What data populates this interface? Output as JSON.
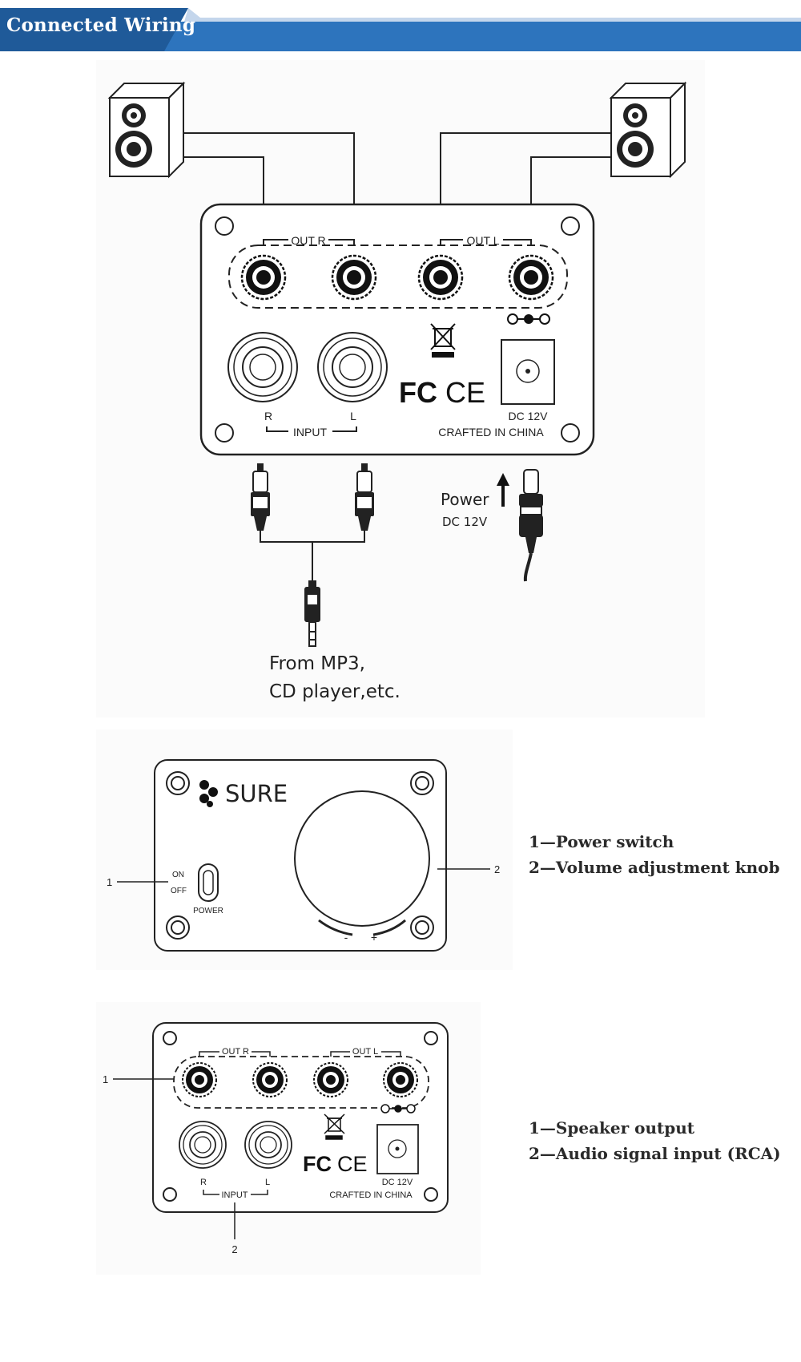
{
  "header": {
    "title": "Connected Wiring",
    "color": "#2d74bd"
  },
  "wiring": {
    "out_r": "OUT R",
    "out_l": "OUT L",
    "input": "INPUT",
    "r": "R",
    "l": "L",
    "dc": "DC 12V",
    "crafted": "CRAFTED IN CHINA",
    "power": "Power",
    "power_dc": "DC 12V",
    "source_line1": "From MP3,",
    "source_line2": "CD player,etc.",
    "fc": "FC",
    "ce": "CE"
  },
  "front": {
    "brand": "SURE",
    "on": "ON",
    "off": "OFF",
    "power": "POWER",
    "minus": "-",
    "plus": "+",
    "callout_1": "1",
    "callout_2": "2",
    "legend": [
      "1—Power switch",
      "2—Volume adjustment knob"
    ]
  },
  "rear": {
    "out_r": "OUT R",
    "out_l": "OUT L",
    "input": "INPUT",
    "r": "R",
    "l": "L",
    "dc": "DC 12V",
    "crafted": "CRAFTED IN CHINA",
    "fc": "FC",
    "ce": "CE",
    "callout_1": "1",
    "callout_2": "2",
    "legend": [
      "1—Speaker output",
      "2—Audio signal input (RCA)"
    ]
  }
}
